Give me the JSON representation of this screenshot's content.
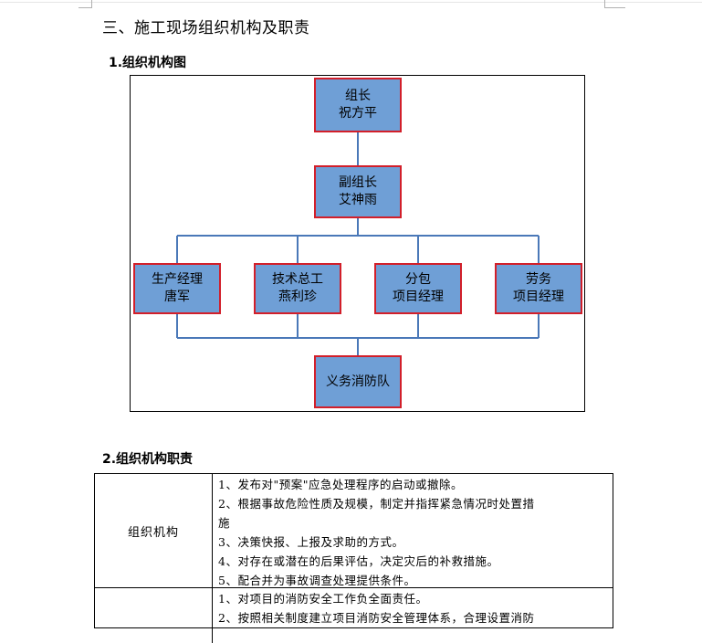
{
  "section_title": "三、施工现场组织机构及职责",
  "headings": {
    "org_chart": "1.组织机构图",
    "duties": "2.组织机构职责"
  },
  "org_chart": {
    "leader": {
      "role": "组长",
      "name": "祝方平"
    },
    "deputy": {
      "role": "副组长",
      "name": "艾神雨"
    },
    "managers": [
      {
        "line1": "生产经理",
        "line2": "唐军"
      },
      {
        "line1": "技术总工",
        "line2": "燕利珍"
      },
      {
        "line1": "分包",
        "line2": "项目经理"
      },
      {
        "line1": "劳务",
        "line2": "项目经理"
      }
    ],
    "team": {
      "label": "义务消防队"
    },
    "colors": {
      "box_fill": "#6f9fd6",
      "box_border": "#d21f2a",
      "connector": "#4a78b8"
    }
  },
  "duties_table": {
    "rows": [
      {
        "label": "组织机构",
        "items": [
          "1、发布对\"预案\"应急处理程序的启动或撤除。",
          "2、根据事故危险性质及规模，制定并指挥紧急情况时处置措",
          "施",
          "3、决策快报、上报及求助的方式。",
          "4、对存在或潜在的后果评估，决定灾后的补救措施。",
          "5、配合并为事故调查处理提供条件。"
        ]
      },
      {
        "label": "",
        "items": [
          "1、对项目的消防安全工作负全面责任。",
          "2、按照相关制度建立项目消防安全管理体系，合理设置消防"
        ]
      }
    ]
  }
}
